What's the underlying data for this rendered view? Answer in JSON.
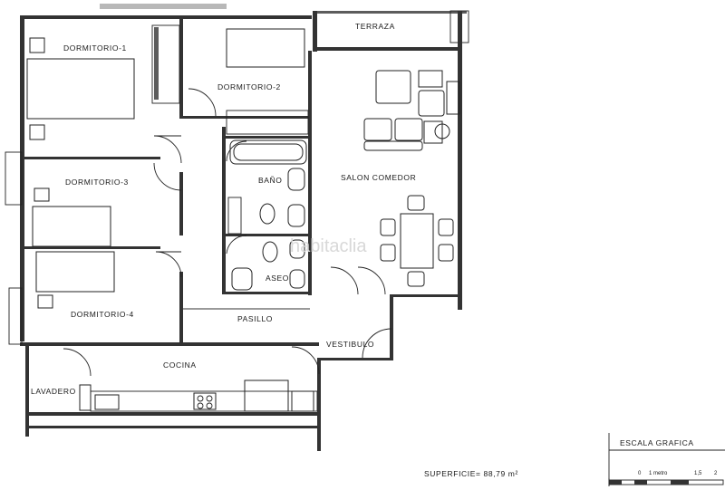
{
  "rooms": {
    "dormitorio1": "DORMITORIO-1",
    "dormitorio2": "DORMITORIO-2",
    "dormitorio3": "DORMITORIO-3",
    "dormitorio4": "DORMITORIO-4",
    "terraza": "TERRAZA",
    "bano": "BAÑO",
    "aseo": "ASEO",
    "salon": "SALON COMEDOR",
    "pasillo": "PASILLO",
    "vestibulo": "VESTIBULO",
    "cocina": "COCINA",
    "lavadero": "LAVADERO"
  },
  "surface": "SUPERFICIE= 88,79 m²",
  "scale": {
    "title": "ESCALA GRAFICA",
    "t0": "0",
    "unit": "1 metro",
    "t15": "1,5",
    "t2": "2"
  },
  "watermark": "habitaclia"
}
